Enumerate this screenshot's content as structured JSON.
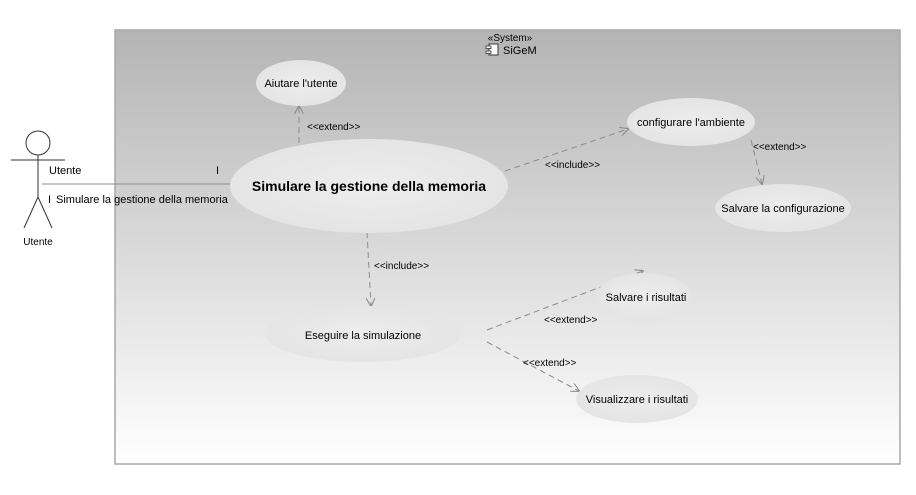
{
  "system": {
    "stereotype": "«System»",
    "name": "SiGeM"
  },
  "actor": {
    "name": "Utente",
    "role_label": "Utente"
  },
  "association": {
    "multiplicity_actor_end": "I",
    "multiplicity_usecase_end": "I",
    "label": "Simulare la gestione della memoria"
  },
  "use_cases": {
    "main": "Simulare la gestione della memoria",
    "help": "Aiutare l'utente",
    "configure": "configurare l'ambiente",
    "save_config": "Salvare la configurazione",
    "run": "Eseguire la simulazione",
    "save_results": "Salvare i risultati",
    "view_results": "Visualizzare i risultati"
  },
  "relations": {
    "help_extend": "<<extend>>",
    "configure_include": "<<include>>",
    "save_config_extend": "<<extend>>",
    "run_include": "<<include>>",
    "save_results_extend": "<<extend>>",
    "view_results_extend": "<<extend>>"
  },
  "colors": {
    "system_gradient_top": "#b4b4b4",
    "system_gradient_bottom": "#ffffff",
    "system_border": "#a8a8a8",
    "usecase_fill": "#e8e8e8",
    "line": "#8c8c8c"
  }
}
